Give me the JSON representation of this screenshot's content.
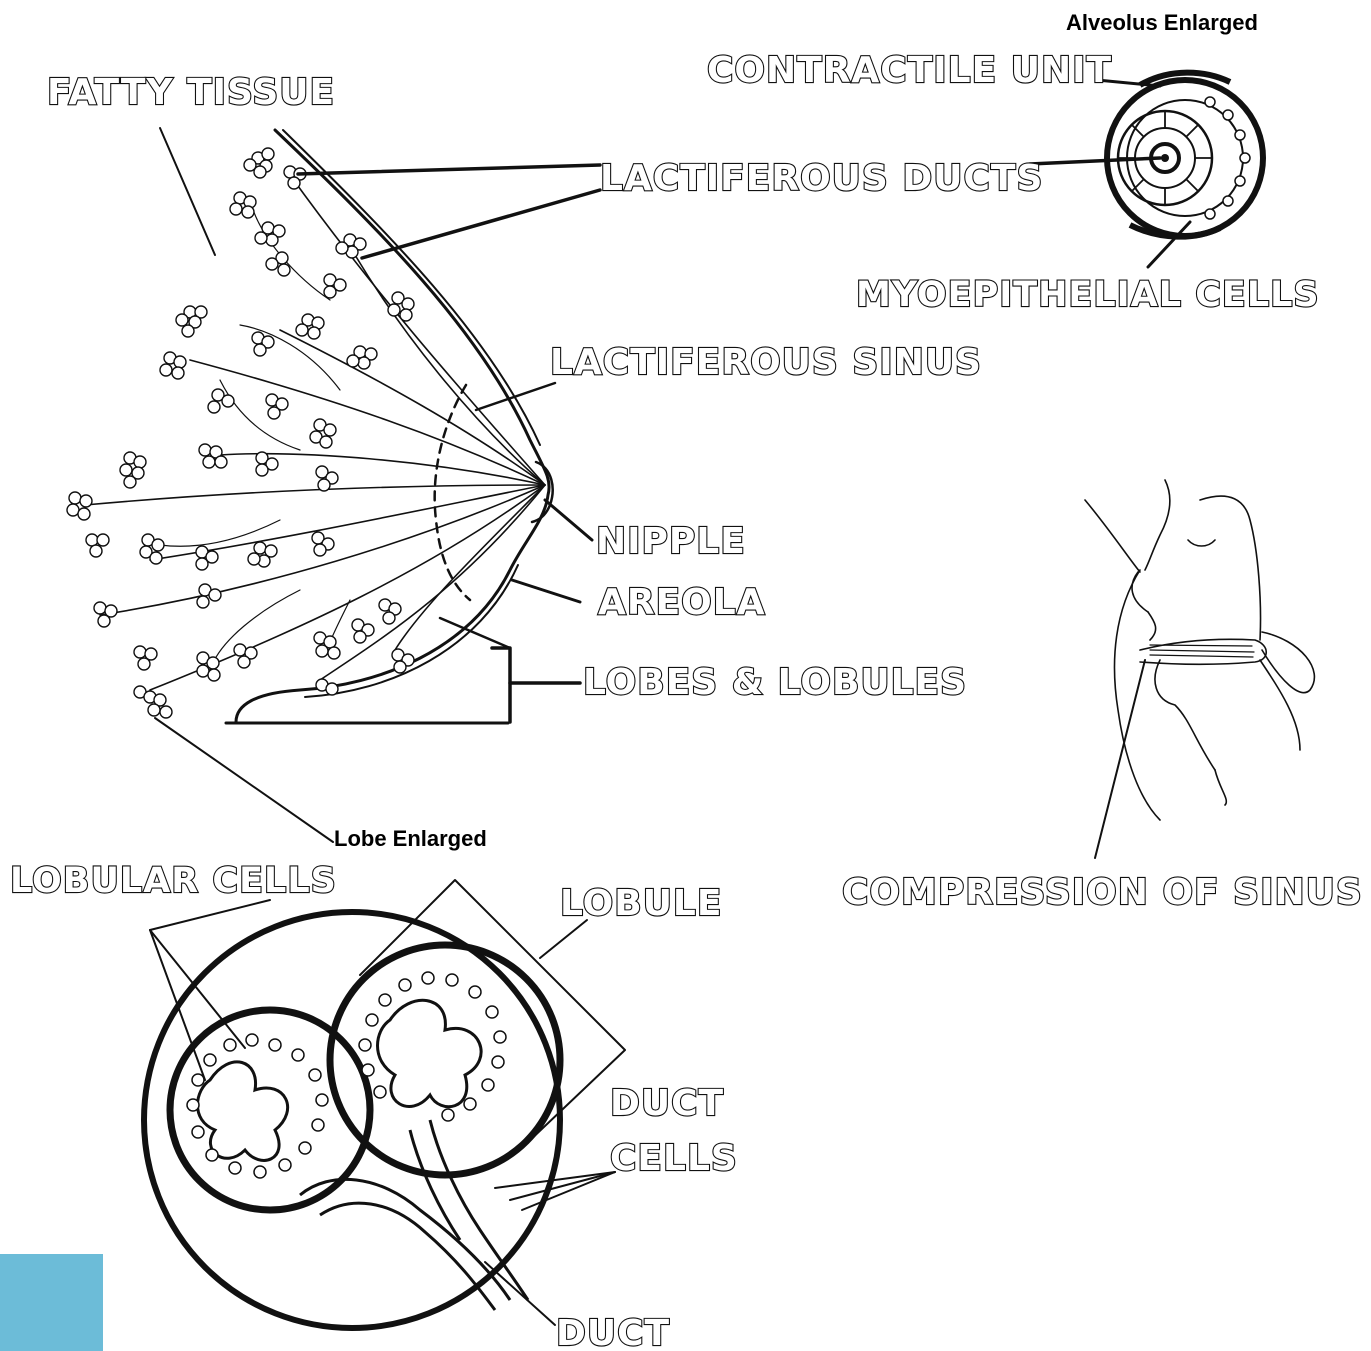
{
  "labels": {
    "fatty_tissue": "FATTY TISSUE",
    "lactiferous_ducts": "LACTIFEROUS DUCTS",
    "lactiferous_sinus": "LACTIFEROUS SINUS",
    "nipple": "NIPPLE",
    "areola": "AREOLA",
    "lobes_lobules": "LOBES & LOBULES",
    "alveolus_enlarged": "Alveolus Enlarged",
    "contractile_unit": "CONTRACTILE UNIT",
    "myoepithelial_cells": "MYOEPITHELIAL CELLS",
    "compression_of_sinus": "COMPRESSION OF SINUS",
    "lobe_enlarged": "Lobe Enlarged",
    "lobular_cells": "LOBULAR CELLS",
    "lobule": "LOBULE",
    "duct_cells_line1": "DUCT",
    "duct_cells_line2": "CELLS",
    "duct": "DUCT"
  },
  "colors": {
    "ink": "#111111",
    "background": "#ffffff",
    "corner_accent": "#6cbcd8"
  }
}
